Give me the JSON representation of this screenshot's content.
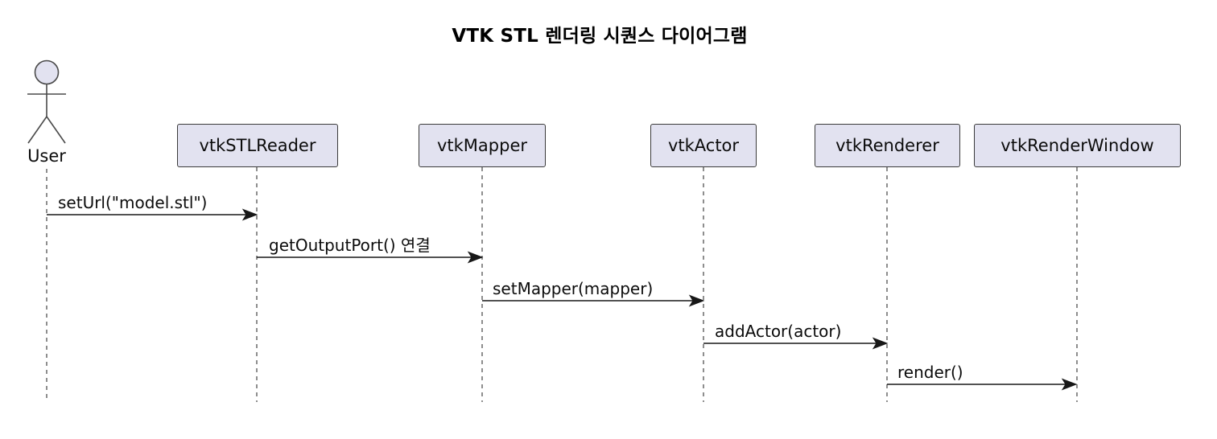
{
  "diagram": {
    "type": "sequence",
    "title": "VTK STL 렌더링 시퀀스 다이어그램"
  },
  "actor": {
    "label": "User"
  },
  "participants": [
    {
      "label": "vtkSTLReader"
    },
    {
      "label": "vtkMapper"
    },
    {
      "label": "vtkActor"
    },
    {
      "label": "vtkRenderer"
    },
    {
      "label": "vtkRenderWindow"
    }
  ],
  "messages": [
    {
      "from": "User",
      "to": "vtkSTLReader",
      "label": "setUrl(\"model.stl\")"
    },
    {
      "from": "vtkSTLReader",
      "to": "vtkMapper",
      "label": "getOutputPort() 연결"
    },
    {
      "from": "vtkMapper",
      "to": "vtkActor",
      "label": "setMapper(mapper)"
    },
    {
      "from": "vtkActor",
      "to": "vtkRenderer",
      "label": "addActor(actor)"
    },
    {
      "from": "vtkRenderer",
      "to": "vtkRenderWindow",
      "label": "render()"
    }
  ],
  "colors": {
    "background": "#FFFFFF",
    "participant_fill": "#E2E2F0",
    "participant_border": "#3A3A3A",
    "lifeline": "#444444",
    "arrow": "#181818",
    "text": "#0B0B0B"
  }
}
